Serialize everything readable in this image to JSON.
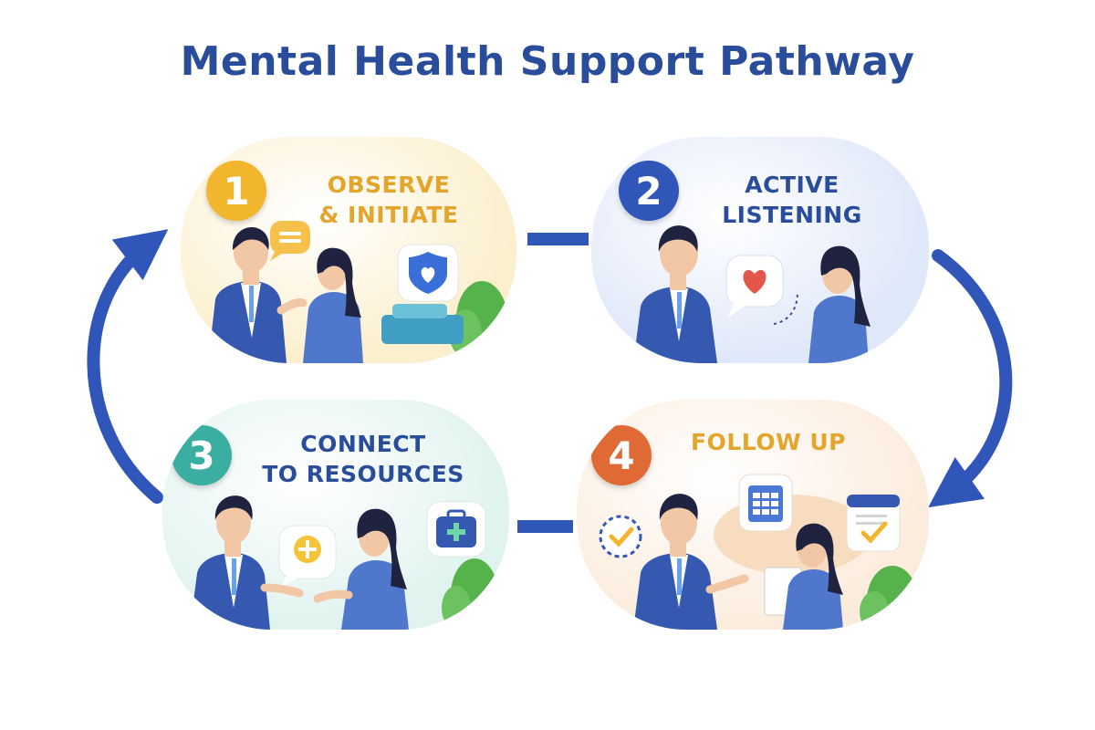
{
  "title": "Mental Health Support Pathway",
  "colors": {
    "title": "#2a4d9b",
    "arrow": "#2f56b8",
    "suit": "#3559b0",
    "hair": "#1f2340"
  },
  "steps": [
    {
      "number": "1",
      "line1": "OBSERVE",
      "line2": "& INITIATE",
      "badge": "#f1b62e",
      "text": "#e3a52b",
      "bg": "#fcefcd",
      "icons": [
        "speech-bubble-icon",
        "shield-heart-icon",
        "plant-icon"
      ]
    },
    {
      "number": "2",
      "line1": "ACTIVE",
      "line2": "LISTENING",
      "badge": "#2f56b8",
      "text": "#2a4d9b",
      "bg": "#dfe8f9",
      "icons": [
        "heart-speech-bubble-icon"
      ]
    },
    {
      "number": "3",
      "line1": "CONNECT",
      "line2": "TO RESOURCES",
      "badge": "#3aaea0",
      "text": "#2a4d9b",
      "bg": "#e0f3ef",
      "icons": [
        "lightbulb-speech-bubble-icon",
        "medical-kit-icon",
        "plant-icon"
      ]
    },
    {
      "number": "4",
      "line1": "FOLLOW UP",
      "line2": "",
      "badge": "#e06a35",
      "text": "#e3a52b",
      "bg": "#fcecdd",
      "icons": [
        "calendar-icon",
        "calendar-check-icon",
        "clock-check-icon",
        "plant-icon"
      ]
    }
  ]
}
